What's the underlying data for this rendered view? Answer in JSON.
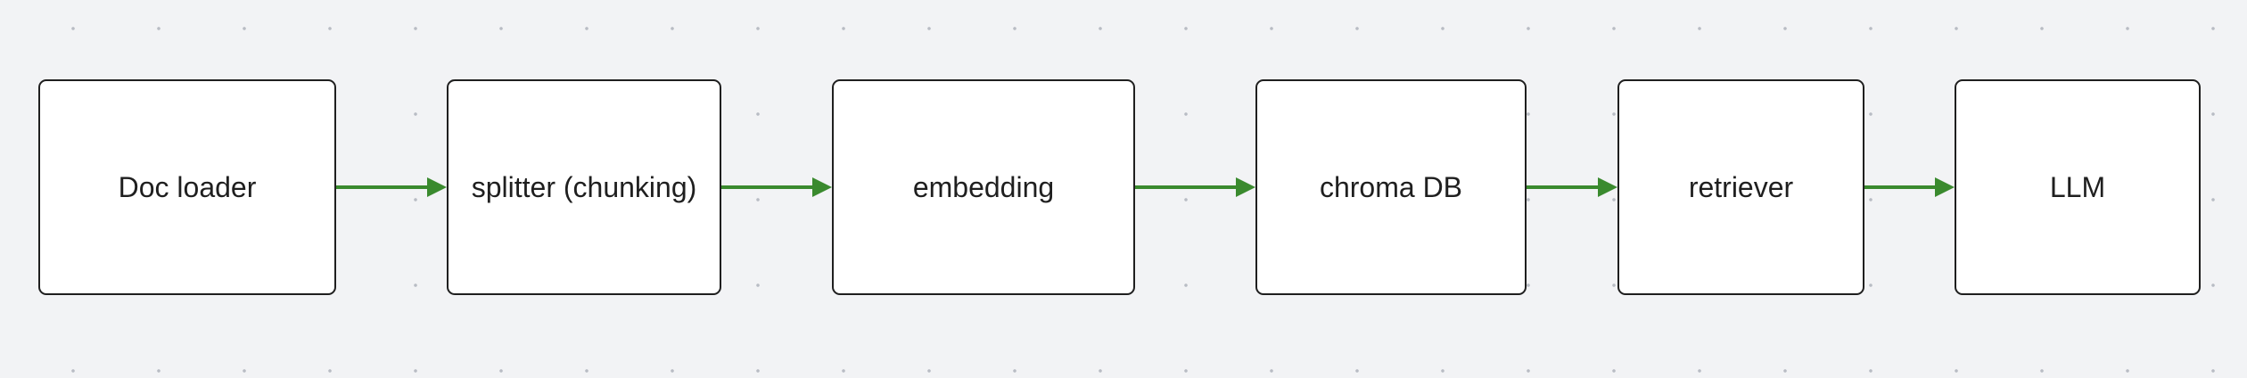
{
  "diagram": {
    "edge_color": "#3a8a2e",
    "nodes": [
      {
        "id": "doc-loader",
        "label": "Doc loader"
      },
      {
        "id": "splitter",
        "label": "splitter (chunking)"
      },
      {
        "id": "embedding",
        "label": "embedding"
      },
      {
        "id": "chroma-db",
        "label": "chroma DB"
      },
      {
        "id": "retriever",
        "label": "retriever"
      },
      {
        "id": "llm",
        "label": "LLM"
      }
    ],
    "edges": [
      {
        "from": "doc-loader",
        "to": "splitter"
      },
      {
        "from": "splitter",
        "to": "embedding"
      },
      {
        "from": "embedding",
        "to": "chroma-db"
      },
      {
        "from": "chroma-db",
        "to": "retriever"
      },
      {
        "from": "retriever",
        "to": "llm"
      }
    ]
  }
}
